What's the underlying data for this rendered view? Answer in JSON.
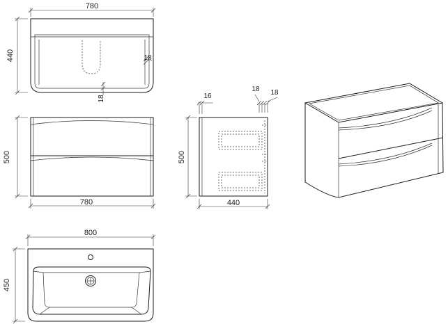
{
  "drawing": {
    "top_view": {
      "width": "780",
      "depth": "440",
      "side_thickness": "18",
      "bottom_thickness": "18"
    },
    "front_view": {
      "height": "500",
      "width": "780"
    },
    "side_view": {
      "height": "500",
      "depth": "440",
      "front_thickness": "16",
      "panel_a": "18",
      "panel_b": "18"
    },
    "basin_view": {
      "width": "800",
      "depth": "450"
    }
  }
}
